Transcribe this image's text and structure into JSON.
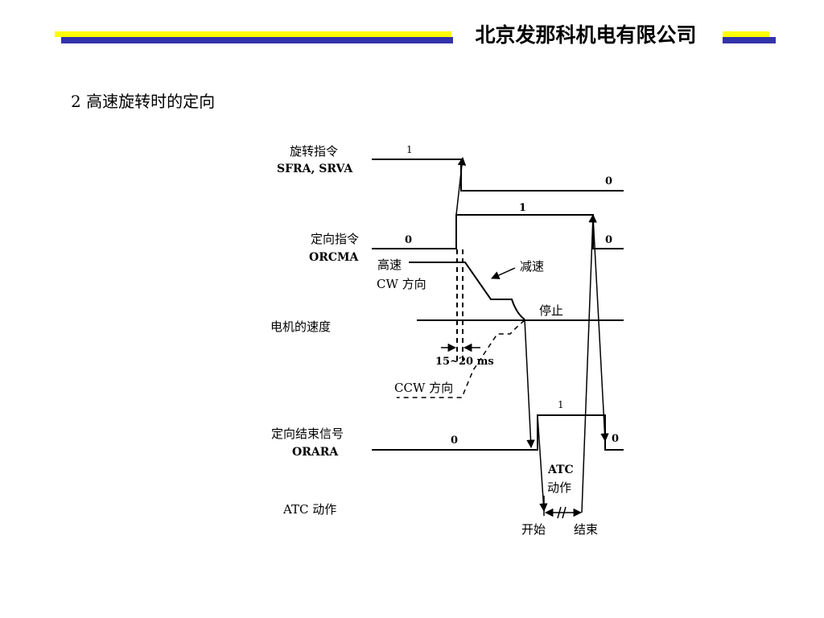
{
  "header": {
    "company": "北京发那科机电有限公司"
  },
  "slide": {
    "heading": "2 高速旋转时的定向"
  },
  "diagram": {
    "signals": [
      {
        "name_cn": "旋转指令",
        "name_en": "SFRA, SRVA",
        "before": "1",
        "after": "0"
      },
      {
        "name_cn": "定向指令",
        "name_en": "ORCMA",
        "before": "0",
        "high": "1",
        "after": "0"
      },
      {
        "name_cn": "电机的速度",
        "name_en": ""
      },
      {
        "name_cn": "定向结束信号",
        "name_en": "ORARA",
        "before": "0",
        "high": "1",
        "after": "0"
      },
      {
        "name_cn": "ATC 动作",
        "name_en": ""
      }
    ],
    "annotations": {
      "high_speed": "高速",
      "cw_direction": "CW 方向",
      "decelerate": "减速",
      "stop": "停止",
      "delay": "15~20 ms",
      "ccw_direction": "CCW 方向",
      "atc": "ATC",
      "atc_action": "动作",
      "start": "开始",
      "end": "结束"
    }
  }
}
